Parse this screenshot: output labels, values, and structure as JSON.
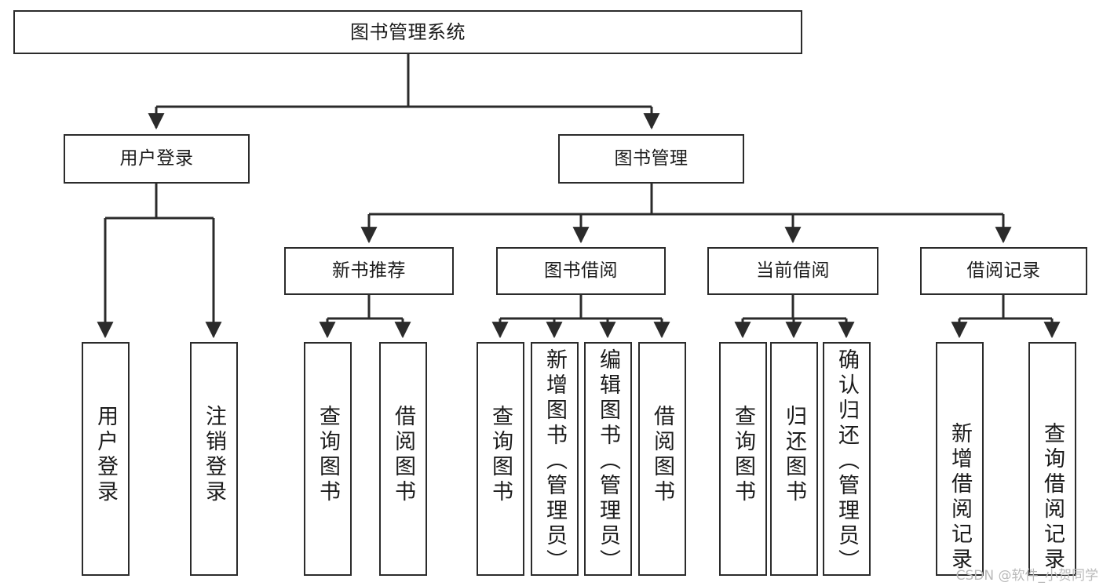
{
  "diagram": {
    "type": "hierarchy-tree",
    "title": "图书管理系统",
    "root": {
      "id": "root",
      "label": "图书管理系统",
      "orientation": "horizontal"
    },
    "level2": [
      {
        "id": "user-login",
        "label": "用户登录",
        "orientation": "horizontal"
      },
      {
        "id": "book-manage",
        "label": "图书管理",
        "orientation": "horizontal"
      }
    ],
    "level3": [
      {
        "id": "new-book-recommend",
        "label": "新书推荐",
        "orientation": "horizontal",
        "parent": "book-manage"
      },
      {
        "id": "book-borrow",
        "label": "图书借阅",
        "orientation": "horizontal",
        "parent": "book-manage"
      },
      {
        "id": "current-borrow",
        "label": "当前借阅",
        "orientation": "horizontal",
        "parent": "book-manage"
      },
      {
        "id": "borrow-record",
        "label": "借阅记录",
        "orientation": "horizontal",
        "parent": "book-manage"
      }
    ],
    "leaves": [
      {
        "id": "leaf-user-login",
        "label": "用户登录",
        "orientation": "vertical",
        "parent": "user-login"
      },
      {
        "id": "leaf-logout-login",
        "label": "注销登录",
        "orientation": "vertical",
        "parent": "user-login"
      },
      {
        "id": "leaf-query-book-1",
        "label": "查询图书",
        "orientation": "vertical",
        "parent": "new-book-recommend"
      },
      {
        "id": "leaf-borrow-book-1",
        "label": "借阅图书",
        "orientation": "vertical",
        "parent": "new-book-recommend"
      },
      {
        "id": "leaf-query-book-2",
        "label": "查询图书",
        "orientation": "vertical",
        "parent": "book-borrow"
      },
      {
        "id": "leaf-add-book",
        "label": "新增图书（管理员）",
        "orientation": "vertical",
        "parent": "book-borrow"
      },
      {
        "id": "leaf-edit-book",
        "label": "编辑图书（管理员）",
        "orientation": "vertical",
        "parent": "book-borrow"
      },
      {
        "id": "leaf-borrow-book-2",
        "label": "借阅图书",
        "orientation": "vertical",
        "parent": "book-borrow"
      },
      {
        "id": "leaf-query-book-3",
        "label": "查询图书",
        "orientation": "vertical",
        "parent": "current-borrow"
      },
      {
        "id": "leaf-return-book",
        "label": "归还图书",
        "orientation": "vertical",
        "parent": "current-borrow"
      },
      {
        "id": "leaf-confirm-return",
        "label": "确认归还（管理员）",
        "orientation": "vertical",
        "parent": "current-borrow"
      },
      {
        "id": "leaf-add-record",
        "label": "新增借阅记录",
        "orientation": "vertical",
        "parent": "borrow-record"
      },
      {
        "id": "leaf-query-record",
        "label": "查询借阅记录",
        "orientation": "vertical",
        "parent": "borrow-record"
      }
    ],
    "colors": {
      "box_border": "#2b2b2b",
      "box_fill": "#ffffff",
      "connector": "#2b2b2b",
      "text": "#1b1b1b",
      "watermark": "#b9b9b9",
      "background": "#ffffff"
    }
  },
  "watermark": {
    "text": "CSDN @软件_小贺同学"
  }
}
